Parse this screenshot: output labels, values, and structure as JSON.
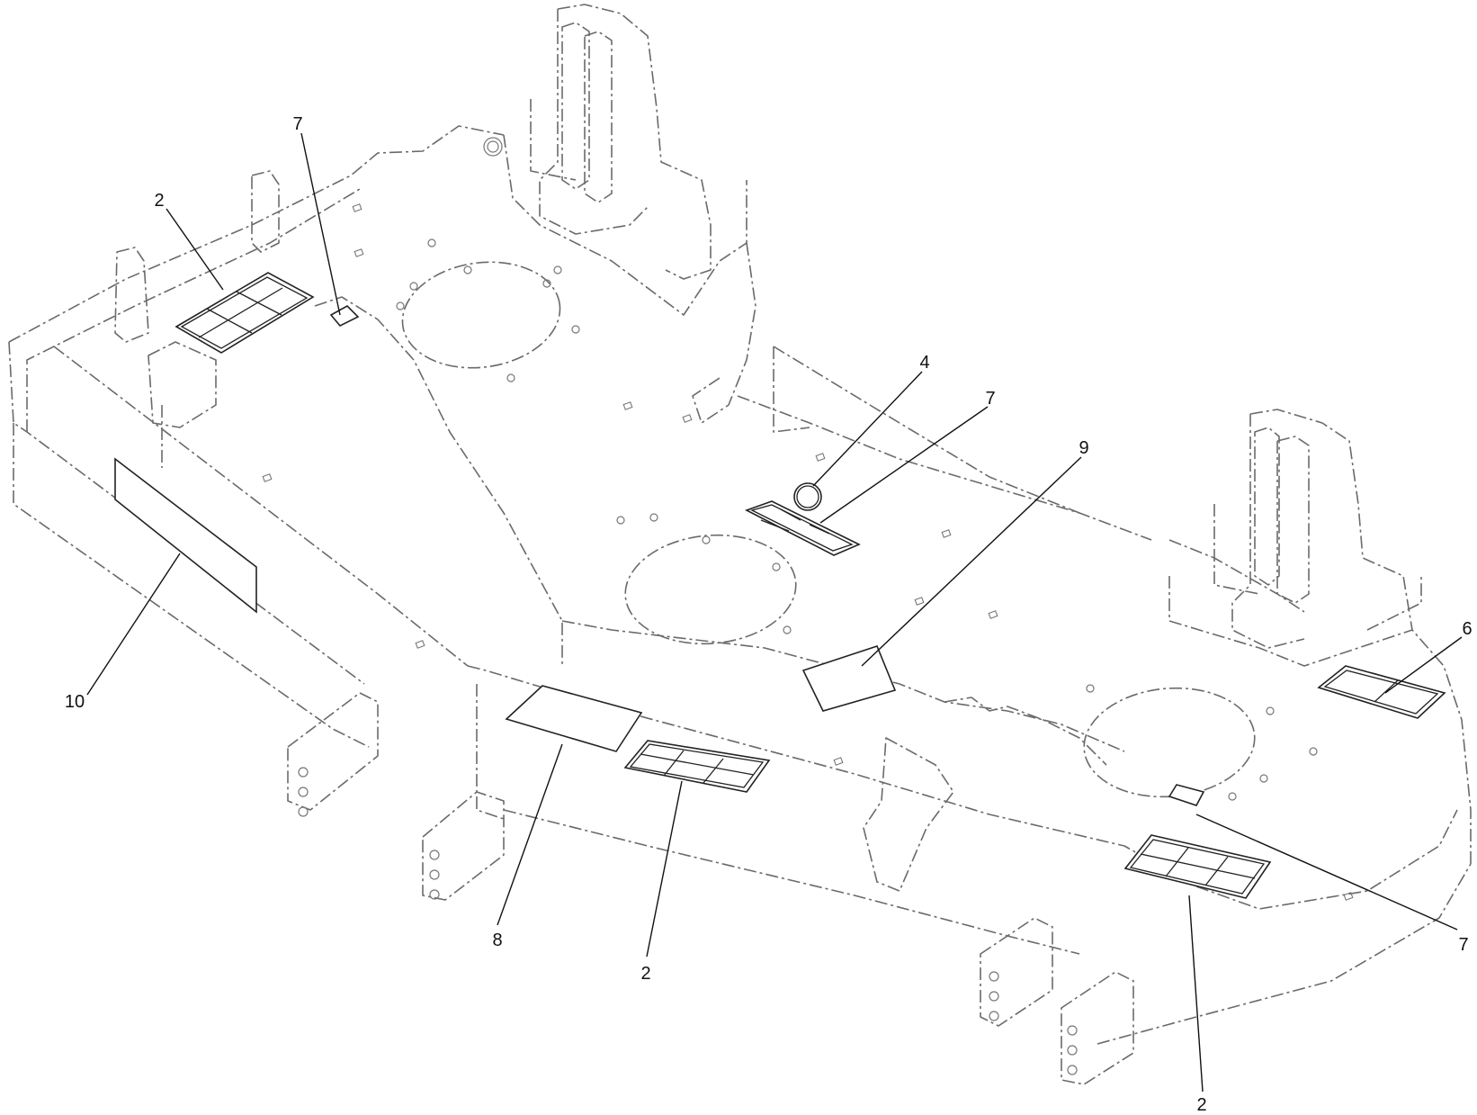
{
  "callouts": {
    "c2a": "2",
    "c7a": "7",
    "c4": "4",
    "c7b": "7",
    "c9": "9",
    "c10": "10",
    "c6": "6",
    "c8": "8",
    "c2b": "2",
    "c7c": "7",
    "c2c": "2"
  }
}
